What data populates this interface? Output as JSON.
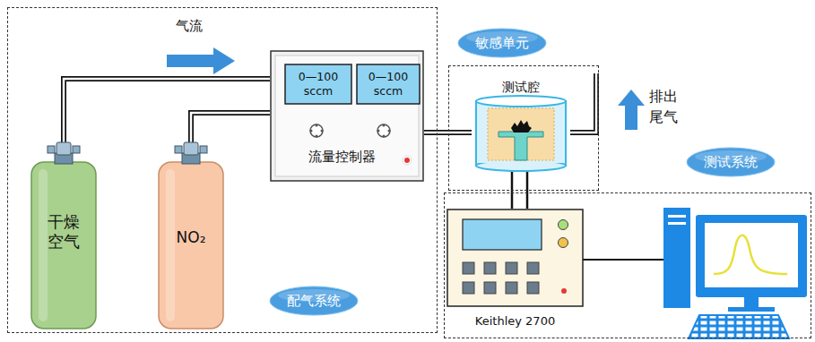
{
  "diagram": {
    "nodes": [
      {
        "text": [
          "配气系统"
        ]
      },
      {
        "text": [
          "干燥空气"
        ],
        "in": 0
      },
      {
        "text": [
          "NO₂"
        ],
        "in": 0
      },
      {
        "text": [
          "流量控制器"
        ],
        "in": 0
      },
      {
        "text": [
          "0—100 sccm"
        ],
        "in": 3
      },
      {
        "text": [
          "0—100 sccm"
        ],
        "in": 3
      },
      {
        "text": [
          "敏感单元"
        ]
      },
      {
        "text": [
          "测试腔"
        ],
        "in": 6
      },
      {
        "text": [
          "测试系统"
        ]
      },
      {
        "text": [
          "Keithley 2700"
        ],
        "in": 8
      }
    ],
    "edges": [
      {
        "from": 1,
        "to": 3,
        "arrow": "none"
      },
      {
        "from": 2,
        "to": 3,
        "arrow": "none"
      },
      {
        "from": 3,
        "to": 7,
        "arrow": "none"
      },
      {
        "from": 7,
        "to": 9,
        "arrow": "none"
      }
    ],
    "labels": [
      "气流",
      "排出 尾气"
    ]
  }
}
